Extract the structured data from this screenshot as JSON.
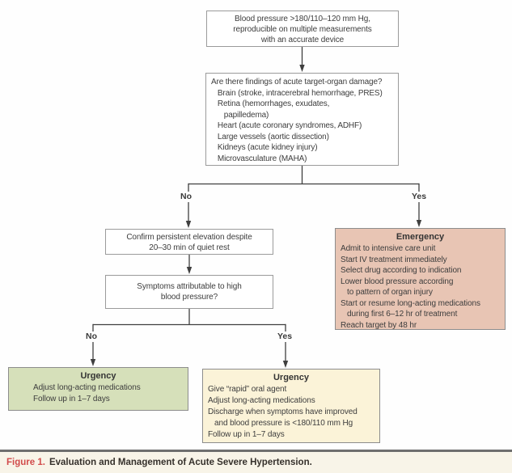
{
  "figure": {
    "caption_label": "Figure 1.",
    "caption_text": "Evaluation and Management of Acute Severe Hypertension."
  },
  "flowchart": {
    "boxes": {
      "bp": {
        "lines": [
          "Blood pressure >180/110–120 mm Hg,",
          "reproducible on multiple measurements",
          "with an accurate device"
        ]
      },
      "findings": {
        "lines": [
          "Are there findings of acute target-organ damage?",
          "   Brain (stroke, intracerebral hemorrhage, PRES)",
          "   Retina (hemorrhages, exudates,",
          "      papilledema)",
          "   Heart (acute coronary syndromes, ADHF)",
          "   Large vessels (aortic dissection)",
          "   Kidneys (acute kidney injury)",
          "   Microvasculature (MAHA)"
        ]
      },
      "confirm": {
        "lines": [
          "Confirm persistent elevation despite",
          "20–30 min of quiet rest"
        ]
      },
      "symptoms": {
        "lines": [
          "Symptoms attributable to high",
          "blood pressure?"
        ]
      },
      "emergency": {
        "title": "Emergency",
        "lines": [
          "Admit to intensive care unit",
          "Start IV treatment immediately",
          "Select drug according to indication",
          "Lower blood pressure according",
          "   to pattern of organ injury",
          "Start or resume long-acting medications",
          "   during first 6–12 hr of treatment",
          "Reach target by 48 hr"
        ]
      },
      "urgency_no": {
        "title": "Urgency",
        "lines": [
          "Adjust long-acting medications",
          "Follow up in 1–7 days"
        ]
      },
      "urgency_yes": {
        "title": "Urgency",
        "lines": [
          "Give “rapid” oral agent",
          "Adjust long-acting medications",
          "Discharge when symptoms have improved",
          "   and blood pressure is <180/110 mm Hg",
          "Follow up in 1–7 days"
        ]
      }
    },
    "labels": {
      "no1": "No",
      "yes1": "Yes",
      "no2": "No",
      "yes2": "Yes"
    },
    "colors": {
      "emergency_bg": "#e8c5b4",
      "urgency_no_bg": "#d6e0ba",
      "urgency_yes_bg": "#fbf3d8",
      "box_border": "#9b9b9b",
      "colored_border": "#8d8d8d",
      "line": "#3f3f3f",
      "caption_red": "#d14b4b",
      "caption_bg": "#f8f4e8"
    }
  }
}
